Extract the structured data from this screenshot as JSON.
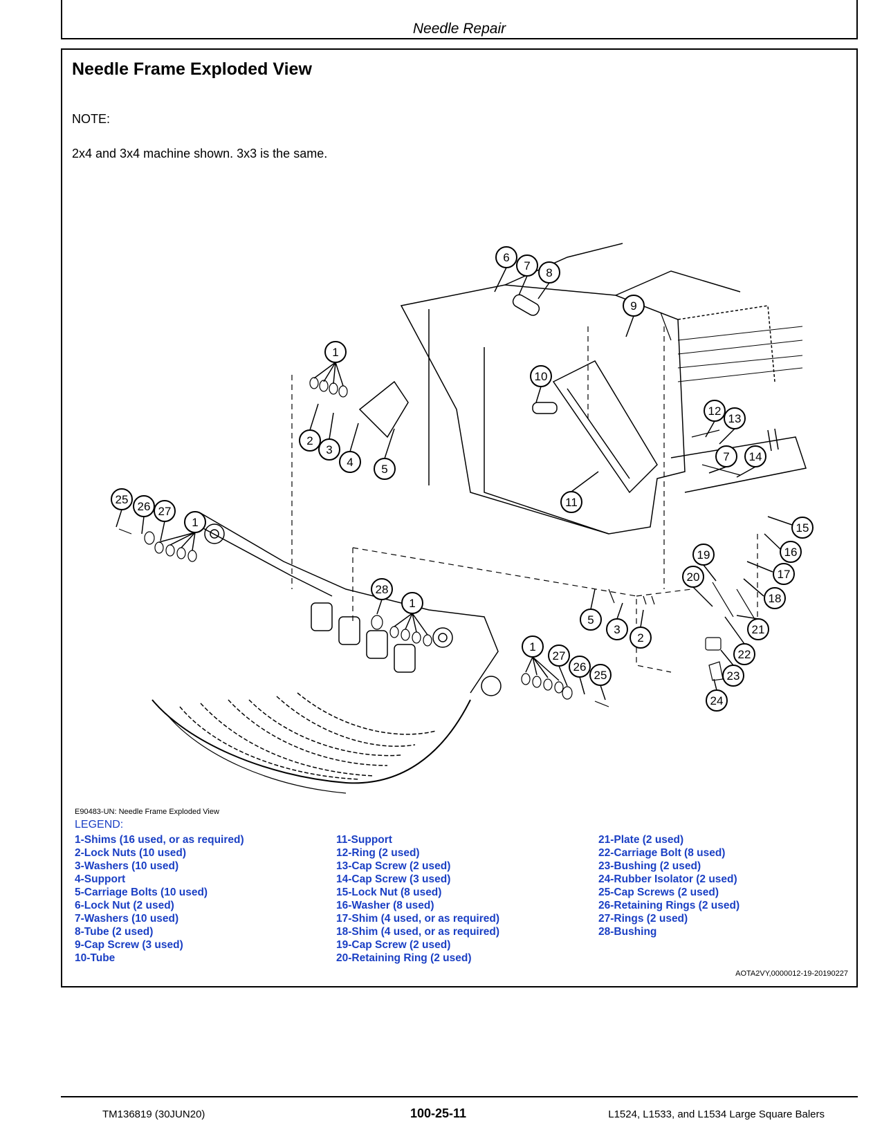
{
  "header": {
    "title": "Needle Repair"
  },
  "section": {
    "title": "Needle Frame Exploded View",
    "note_label": "NOTE:",
    "note_text": "2x4 and 3x4 machine shown. 3x3 is the same."
  },
  "figure": {
    "caption": "E90483-UN: Needle Frame Exploded View",
    "callouts": [
      "6",
      "7",
      "8",
      "9",
      "1",
      "10",
      "12",
      "13",
      "2",
      "3",
      "4",
      "5",
      "7",
      "14",
      "11",
      "25",
      "26",
      "27",
      "1",
      "15",
      "16",
      "19",
      "17",
      "20",
      "18",
      "28",
      "1",
      "5",
      "3",
      "2",
      "21",
      "1",
      "27",
      "26",
      "25",
      "22",
      "23",
      "24"
    ]
  },
  "legend": {
    "title": "LEGEND:",
    "col1": [
      "1-Shims (16 used, or as required)",
      "2-Lock Nuts (10 used)",
      "3-Washers (10 used)",
      "4-Support",
      "5-Carriage Bolts (10 used)",
      "6-Lock Nut (2 used)",
      "7-Washers (10 used)",
      "8-Tube (2 used)",
      "9-Cap Screw (3 used)",
      "10-Tube"
    ],
    "col2": [
      "11-Support",
      "12-Ring (2 used)",
      "13-Cap Screw (2 used)",
      "14-Cap Screw (3 used)",
      "15-Lock Nut (8 used)",
      "16-Washer (8 used)",
      "17-Shim (4 used, or as required)",
      "18-Shim (4 used, or as required)",
      "19-Cap Screw (2 used)",
      "20-Retaining Ring (2 used)"
    ],
    "col3": [
      "21-Plate (2 used)",
      "22-Carriage Bolt (8 used)",
      "23-Bushing (2 used)",
      "24-Rubber Isolator (2 used)",
      "25-Cap Screws (2 used)",
      "26-Retaining Rings (2 used)",
      "27-Rings (2 used)",
      "28-Bushing"
    ],
    "ref_code": "AOTA2VY,0000012-19-20190227"
  },
  "footer": {
    "doc_id": "TM136819 (30JUN20)",
    "page_number": "100-25-11",
    "product": "L1524, L1533, and L1534 Large Square Balers"
  },
  "colors": {
    "legend_blue": "#1a3fc4"
  }
}
